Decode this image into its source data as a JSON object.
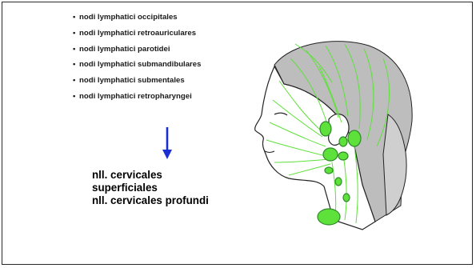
{
  "nodes_list": {
    "bullet": "•",
    "items": [
      "nodi lymphatici occipitales",
      "nodi lymphatici retroauriculares",
      "nodi lymphatici parotidei",
      "nodi lymphatici submandibulares",
      "nodi lymphatici submentales",
      "nodi lymphatici retropharyngei"
    ]
  },
  "result": {
    "lines": [
      "nll. cervicales",
      "superficiales",
      "nll. cervicales profundi"
    ]
  },
  "colors": {
    "arrow": "#1c2fd0",
    "lymph_green": "#5ee13a",
    "lymph_outline": "#2f8a2a",
    "hair_gray": "#bdbdbd",
    "line": "#222222"
  },
  "illustration": {
    "subject": "head-and-neck-profile",
    "icon": "lymphatic-drainage-illustration"
  }
}
